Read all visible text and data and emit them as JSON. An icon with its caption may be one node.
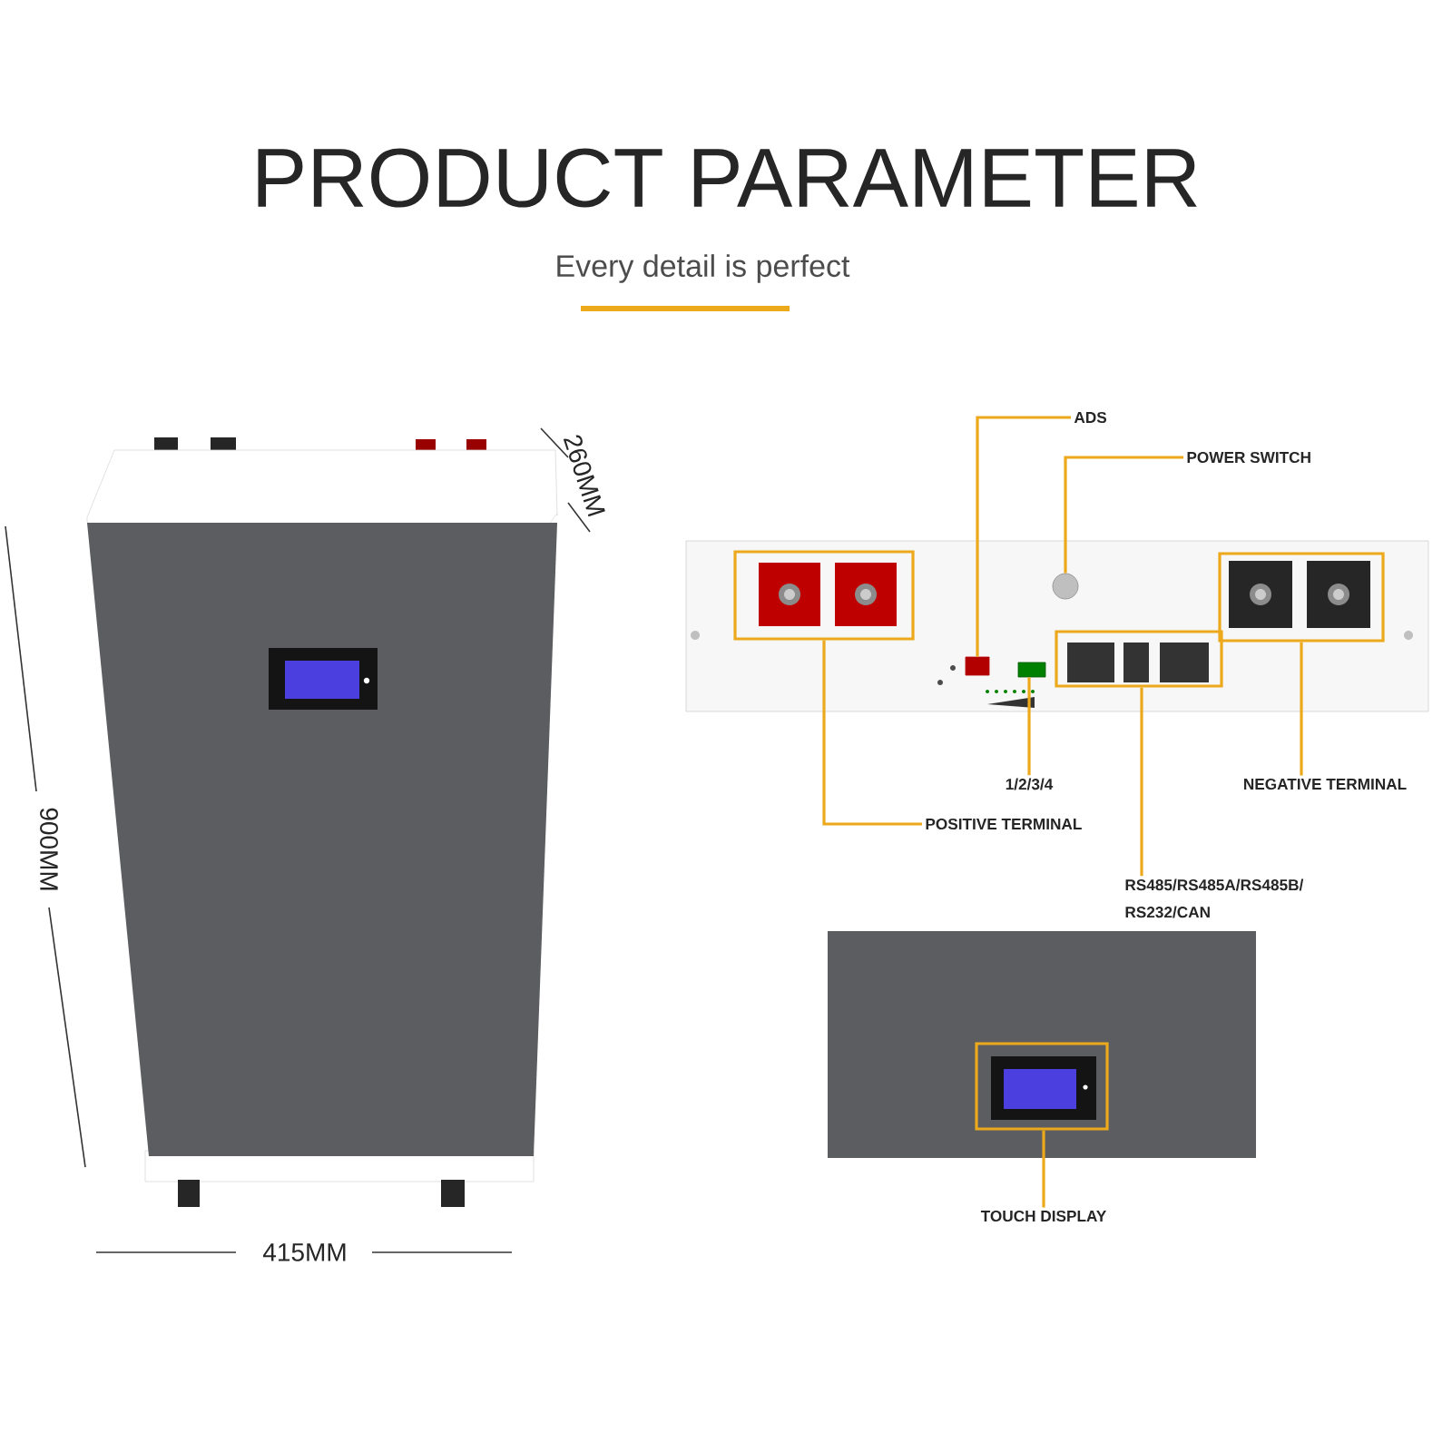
{
  "diagram": {
    "title": "PRODUCT PARAMETER",
    "nodes": [
      {
        "text": [
          "ADS"
        ]
      },
      {
        "text": [],
        "shape": "box"
      },
      {
        "text": [
          "POWER SWITCH"
        ]
      },
      {
        "text": [],
        "shape": "circle"
      },
      {
        "text": [
          "1/2/3/4"
        ]
      },
      {
        "text": [],
        "shape": "box"
      },
      {
        "text": [
          "POSITIVE TERMINAL"
        ]
      },
      {
        "text": [],
        "shape": "box"
      },
      {
        "text": [
          "RS485/RS485A/RS485B/ RS232/CAN"
        ]
      },
      {
        "text": [],
        "shape": "box"
      },
      {
        "text": [
          "NEGATIVE TERMINAL"
        ]
      },
      {
        "text": [],
        "shape": "box"
      },
      {
        "text": [
          "TOUCH DISPLAY"
        ]
      },
      {
        "text": [],
        "shape": "box"
      }
    ],
    "edges": [
      {
        "from": 0,
        "to": 1,
        "arrow": "none"
      },
      {
        "from": 2,
        "to": 3,
        "arrow": "none"
      },
      {
        "from": 4,
        "to": 5,
        "arrow": "none"
      },
      {
        "from": 6,
        "to": 7,
        "arrow": "none"
      },
      {
        "from": 8,
        "to": 9,
        "arrow": "none"
      },
      {
        "from": 10,
        "to": 11,
        "arrow": "none"
      },
      {
        "from": 12,
        "to": 13,
        "arrow": "none"
      }
    ],
    "labels": [
      "Every detail is perfect",
      "260MM",
      "900MM",
      "415MM"
    ]
  }
}
